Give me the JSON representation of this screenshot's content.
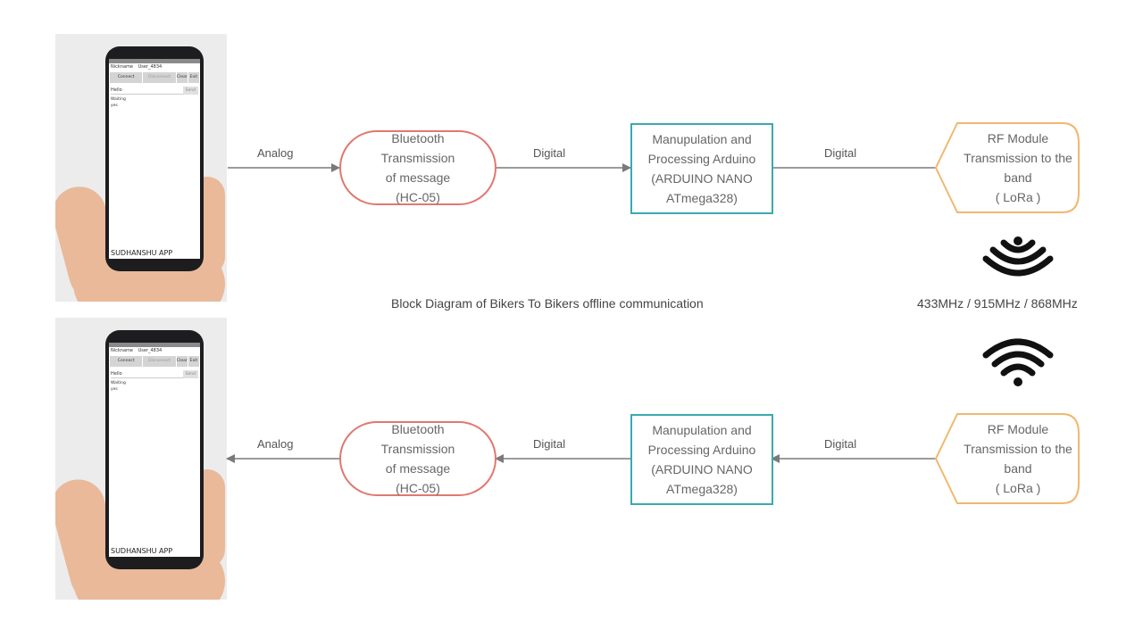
{
  "phone_app": {
    "nickname_label": "Nickname",
    "nickname_value": "User_4834",
    "buttons": [
      "Connect",
      "Disconnect",
      "Clear",
      "Exit"
    ],
    "message_value": "Hello",
    "send_label": "Send",
    "log_lines": [
      "Waiting",
      "yes"
    ],
    "app_name": "SUDHANSHU APP"
  },
  "top_row": {
    "edge_labels": [
      "Analog",
      "Digital",
      "Digital"
    ],
    "bluetooth": "Bluetooth\nTransmission\nof message\n(HC-05)",
    "arduino": "Manupulation and\nProcessing Arduino\n(ARDUINO NANO\nATmega328)",
    "rf": "RF Module\nTransmission to the\nband\n( LoRa )"
  },
  "bottom_row": {
    "edge_labels": [
      "Analog",
      "Digital",
      "Digital"
    ],
    "bluetooth": "Bluetooth\nTransmission\nof message\n(HC-05)",
    "arduino": "Manupulation and\nProcessing Arduino\n(ARDUINO NANO\nATmega328)",
    "rf": "RF Module\nTransmission to the\nband\n( LoRa )"
  },
  "diagram_title": "Block Diagram of Bikers To Bikers offline communication",
  "frequency_label": "433MHz / 915MHz / 868MHz",
  "icons": [
    "signal-waves-icon",
    "wifi-icon"
  ],
  "colors": {
    "bluetooth_border": "#e07870",
    "arduino_border": "#3aa9b0",
    "rf_border": "#f0b870",
    "arrow": "#7a7a7a"
  }
}
